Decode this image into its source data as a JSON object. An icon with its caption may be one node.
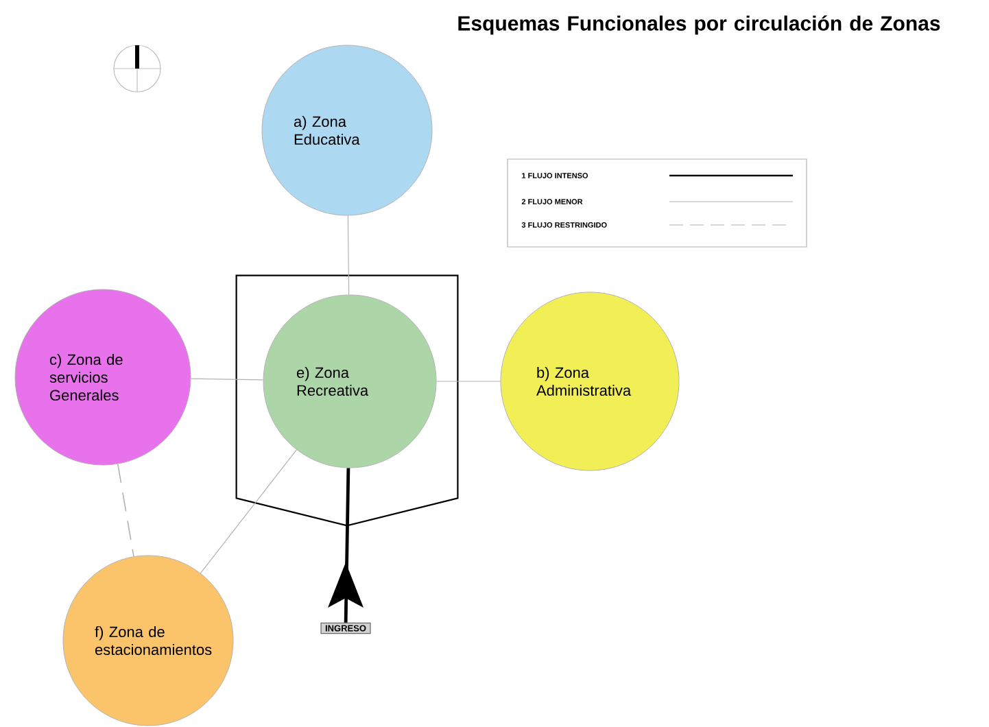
{
  "diagram": {
    "title": "Esquemas Funcionales por circulación de Zonas",
    "nodes": [
      {
        "text": [
          "a) Zona Educativa"
        ]
      },
      {
        "text": [],
        "shape": "box"
      },
      {
        "text": [
          "c) Zona de servicios Generales"
        ]
      },
      {
        "text": [
          "e) Zona Recreativa"
        ],
        "in": 1
      },
      {
        "text": [
          "b) Zona Administrativa"
        ]
      },
      {
        "text": [
          "f) Zona de estacionamientos"
        ]
      },
      {
        "text": [
          "INGRESO"
        ]
      }
    ],
    "edges": [
      {
        "from": 0,
        "to": 3,
        "arrow": "none"
      },
      {
        "from": 2,
        "to": 3,
        "arrow": "none"
      },
      {
        "from": 3,
        "to": 4,
        "arrow": "none"
      },
      {
        "from": 2,
        "to": 5,
        "arrow": "none",
        "style": "dashed"
      },
      {
        "from": 3,
        "to": 5,
        "arrow": "none"
      },
      {
        "from": 6,
        "to": 3,
        "arrow": "none",
        "style": "thick",
        "color": "#000000"
      }
    ],
    "legend": [
      {
        "text": "1 FLUJO INTENSO"
      },
      {
        "text": "2 FLUJO MENOR"
      },
      {
        "text": "3 FLUJO RESTRINGIDO"
      }
    ]
  }
}
